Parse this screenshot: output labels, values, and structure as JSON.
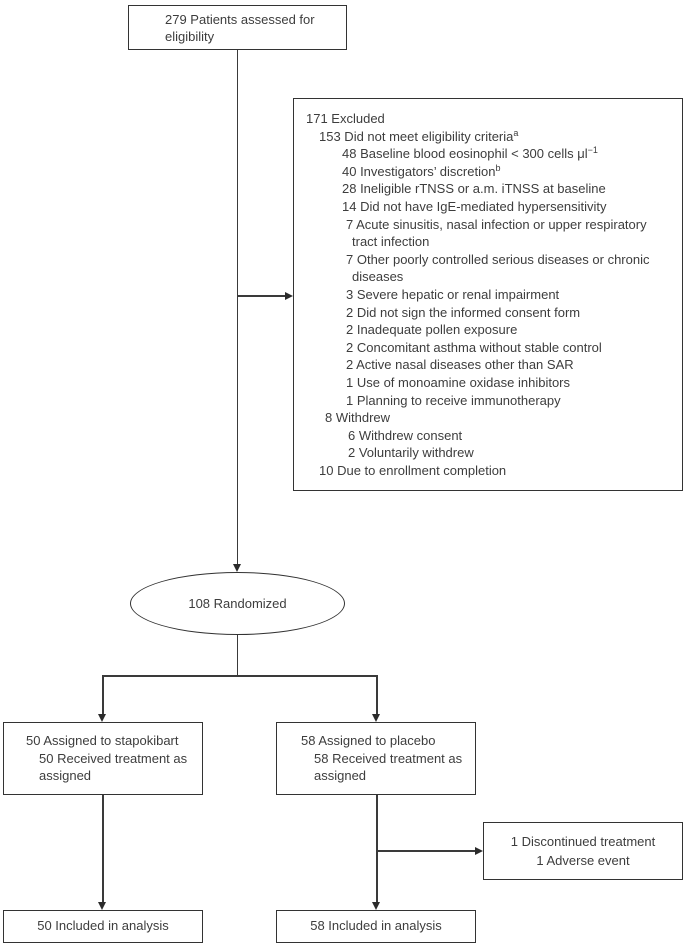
{
  "colors": {
    "background": "#ffffff",
    "line": "#3a3a3a",
    "text": "#3d3d3d"
  },
  "boxes": {
    "assessed": {
      "text": "279 Patients assessed for eligibility"
    },
    "excluded": {
      "lines": [
        {
          "text": "171 Excluded"
        },
        {
          "text": "153 Did not meet eligibility criteria",
          "sup": "a"
        },
        {
          "text": "48 Baseline blood eosinophil < 300 cells μl",
          "sup": "−1"
        },
        {
          "text": "40 Investigators’ discretion",
          "sup": "b"
        },
        {
          "text": "28 Ineligible rTNSS or a.m. iTNSS at baseline"
        },
        {
          "text": "14 Did not have IgE-mediated hypersensitivity"
        },
        {
          "text": "7 Acute sinusitis, nasal infection or upper respiratory tract infection"
        },
        {
          "text": "7 Other poorly controlled serious diseases or chronic diseases"
        },
        {
          "text": "3 Severe hepatic or renal impairment"
        },
        {
          "text": "2 Did not sign the informed consent form"
        },
        {
          "text": "2 Inadequate pollen exposure"
        },
        {
          "text": "2 Concomitant asthma without stable control"
        },
        {
          "text": "2 Active nasal diseases other than SAR"
        },
        {
          "text": "1 Use of monoamine oxidase inhibitors"
        },
        {
          "text": "1 Planning to receive immunotherapy"
        },
        {
          "text": "8 Withdrew"
        },
        {
          "text": "6 Withdrew consent"
        },
        {
          "text": "2 Voluntarily withdrew"
        },
        {
          "text": "10 Due to enrollment completion"
        }
      ]
    },
    "randomized": {
      "text": "108 Randomized"
    },
    "stapokibart": {
      "line1": "50 Assigned to stapokibart",
      "line2": "50 Received treatment as assigned"
    },
    "placebo": {
      "line1": "58 Assigned to placebo",
      "line2": "58 Received treatment as assigned"
    },
    "discontinued": {
      "line1": "1 Discontinued treatment",
      "line2": "1 Adverse event"
    },
    "analysis_stapokibart": {
      "text": "50 Included in analysis"
    },
    "analysis_placebo": {
      "text": "58 Included in analysis"
    }
  }
}
